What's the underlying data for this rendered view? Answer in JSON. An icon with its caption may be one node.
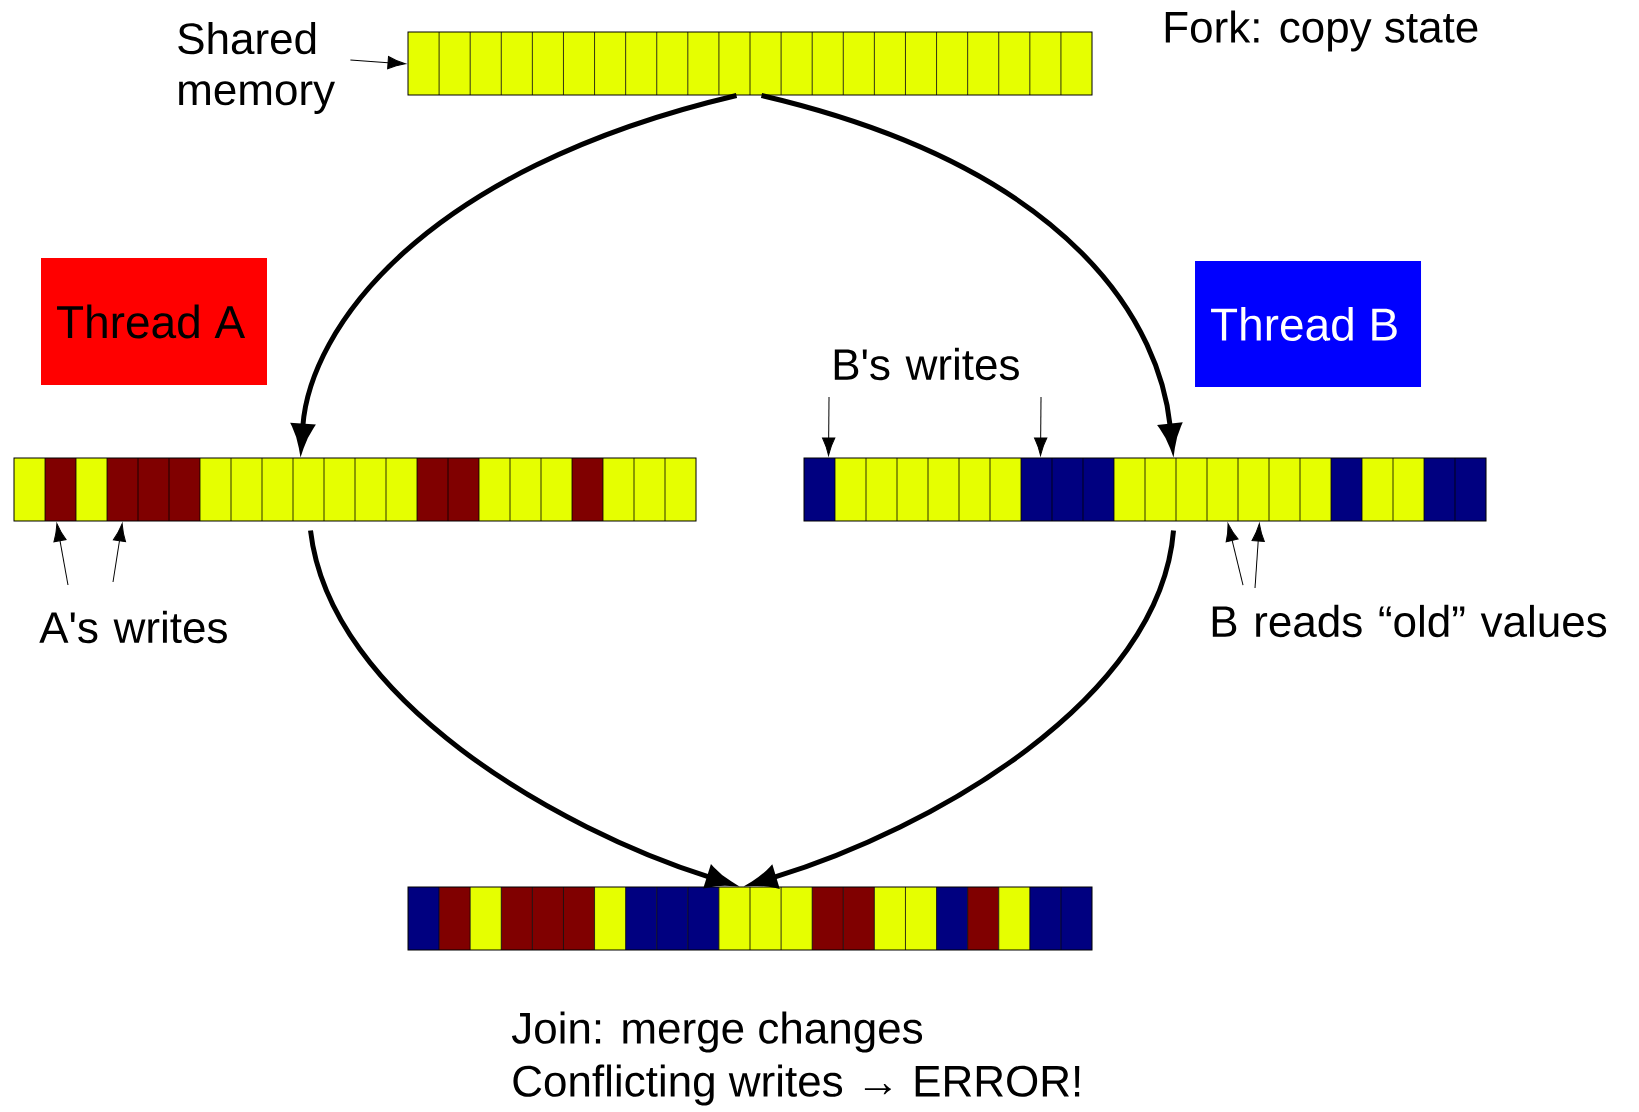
{
  "diagram": {
    "nodes": [
      {
        "text": [
          "Shared memory"
        ]
      },
      {
        "text": [],
        "shape": "bar"
      },
      {
        "text": [
          "Thread A"
        ]
      },
      {
        "text": [],
        "shape": "bar"
      },
      {
        "text": [
          "Thread B"
        ]
      },
      {
        "text": [],
        "shape": "bar"
      },
      {
        "text": [],
        "shape": "bar"
      },
      {
        "text": [
          "A's writes"
        ]
      },
      {
        "text": [
          "B's writes"
        ]
      },
      {
        "text": [
          "B reads “old” values"
        ]
      }
    ],
    "edges": [
      {
        "from": 0,
        "to": 1,
        "arrow": "to"
      },
      {
        "from": 1,
        "to": 3,
        "arrow": "to",
        "style": "thick"
      },
      {
        "from": 1,
        "to": 5,
        "arrow": "to",
        "style": "thick"
      },
      {
        "from": 3,
        "to": 6,
        "arrow": "to",
        "style": "thick"
      },
      {
        "from": 5,
        "to": 6,
        "arrow": "to",
        "style": "thick"
      },
      {
        "from": 7,
        "to": 3,
        "arrow": "to"
      },
      {
        "from": 7,
        "to": 3,
        "arrow": "to"
      },
      {
        "from": 8,
        "to": 5,
        "arrow": "to"
      },
      {
        "from": 8,
        "to": 5,
        "arrow": "to"
      },
      {
        "from": 9,
        "to": 5,
        "arrow": "to"
      },
      {
        "from": 9,
        "to": 5,
        "arrow": "to"
      }
    ],
    "labels": [
      "Fork: copy state",
      "Join: merge changes",
      "Conflicting writes → ERROR!"
    ]
  }
}
